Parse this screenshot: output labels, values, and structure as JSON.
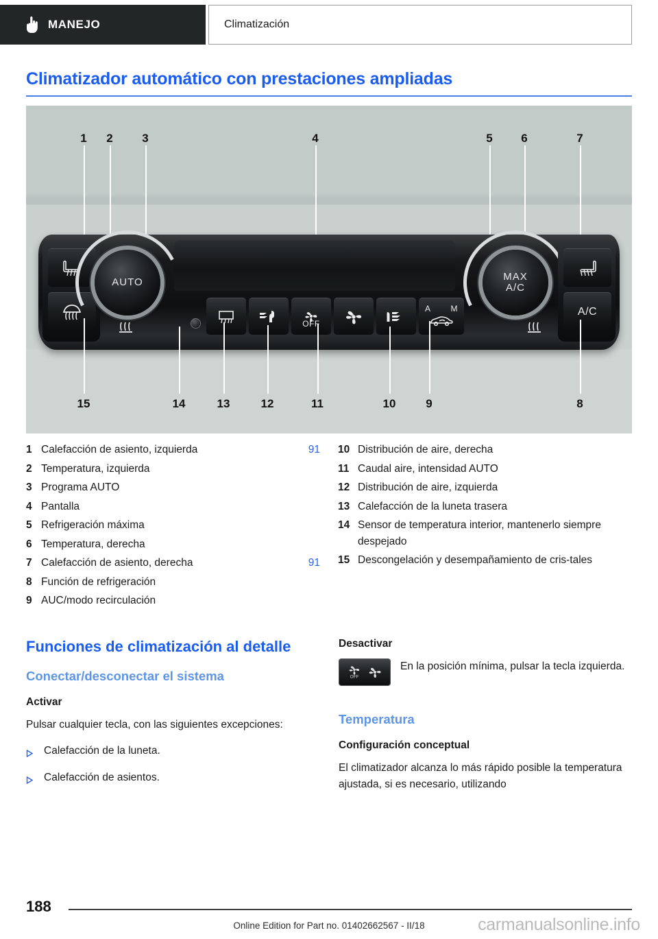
{
  "header": {
    "section_tab": "MANEJO",
    "section_icon": "pointing-hand-icon",
    "chapter_tab": "Climatización"
  },
  "page_title": "Climatizador automático con prestaciones ampliadas",
  "figure": {
    "top_numbers": [
      "1",
      "2",
      "3",
      "4",
      "5",
      "6",
      "7"
    ],
    "bottom_numbers": [
      "15",
      "14",
      "13",
      "12",
      "11",
      "10",
      "9",
      "8"
    ],
    "knob_left_label": "AUTO",
    "knob_right_label": "MAX\nA/C",
    "knob_right_line1": "MAX",
    "knob_right_line2": "A/C",
    "ac_button_label": "A/C",
    "fan_off_label": "OFF",
    "auc_label_a": "A",
    "auc_label_m": "M"
  },
  "legend": {
    "left": [
      {
        "num": "1",
        "text": "Calefacción de asiento, izquierda",
        "xref": "91"
      },
      {
        "num": "2",
        "text": "Temperatura, izquierda",
        "xref": ""
      },
      {
        "num": "3",
        "text": "Programa AUTO",
        "xref": ""
      },
      {
        "num": "4",
        "text": "Pantalla",
        "xref": ""
      },
      {
        "num": "5",
        "text": "Refrigeración máxima",
        "xref": ""
      },
      {
        "num": "6",
        "text": "Temperatura, derecha",
        "xref": ""
      },
      {
        "num": "7",
        "text": "Calefacción de asiento, derecha",
        "xref": "91"
      },
      {
        "num": "8",
        "text": "Función de refrigeración",
        "xref": ""
      },
      {
        "num": "9",
        "text": "AUC/modo recirculación",
        "xref": ""
      }
    ],
    "right": [
      {
        "num": "10",
        "text": "Distribución de aire, derecha",
        "xref": ""
      },
      {
        "num": "11",
        "text": "Caudal aire, intensidad AUTO",
        "xref": ""
      },
      {
        "num": "12",
        "text": "Distribución de aire, izquierda",
        "xref": ""
      },
      {
        "num": "13",
        "text": "Calefacción de la luneta trasera",
        "xref": ""
      },
      {
        "num": "14",
        "text": "Sensor de temperatura interior, mantenerlo siempre despejado",
        "xref": ""
      },
      {
        "num": "15",
        "text": "Descongelación y desempañamiento de cris-tales",
        "xref": ""
      }
    ]
  },
  "content": {
    "left": {
      "section_heading": "Funciones de climatización al detalle",
      "subheading": "Conectar/desconectar el sistema",
      "activate_heading": "Activar",
      "activate_text": "Pulsar cualquier tecla, con las siguientes excepciones:",
      "bullets": [
        "Calefacción de la luneta.",
        "Calefacción de asientos."
      ],
      "bullet_marker": "triangle-right-icon"
    },
    "right": {
      "deactivate_heading": "Desactivar",
      "deactivate_text": "En la posición mínima, pulsar la tecla izquierda.",
      "deactivate_icon": "fan-off-and-fan-key-icon",
      "temperature_heading": "Temperatura",
      "config_heading": "Configuración conceptual",
      "config_text": "El climatizador alcanza lo más rápido posible la temperatura ajustada, si es necesario, utilizando"
    }
  },
  "footer": {
    "page_number": "188",
    "edition_text": "Online Edition for Part no. 01402662567 - II/18",
    "watermark": "carmanualsonline.info"
  },
  "colors": {
    "title_blue": "#1a5cf0",
    "subheading_blue": "#5c95e8",
    "xref_blue": "#2b63e8",
    "tab_dark": "#222627",
    "figure_bg": "#c9d0ce"
  }
}
